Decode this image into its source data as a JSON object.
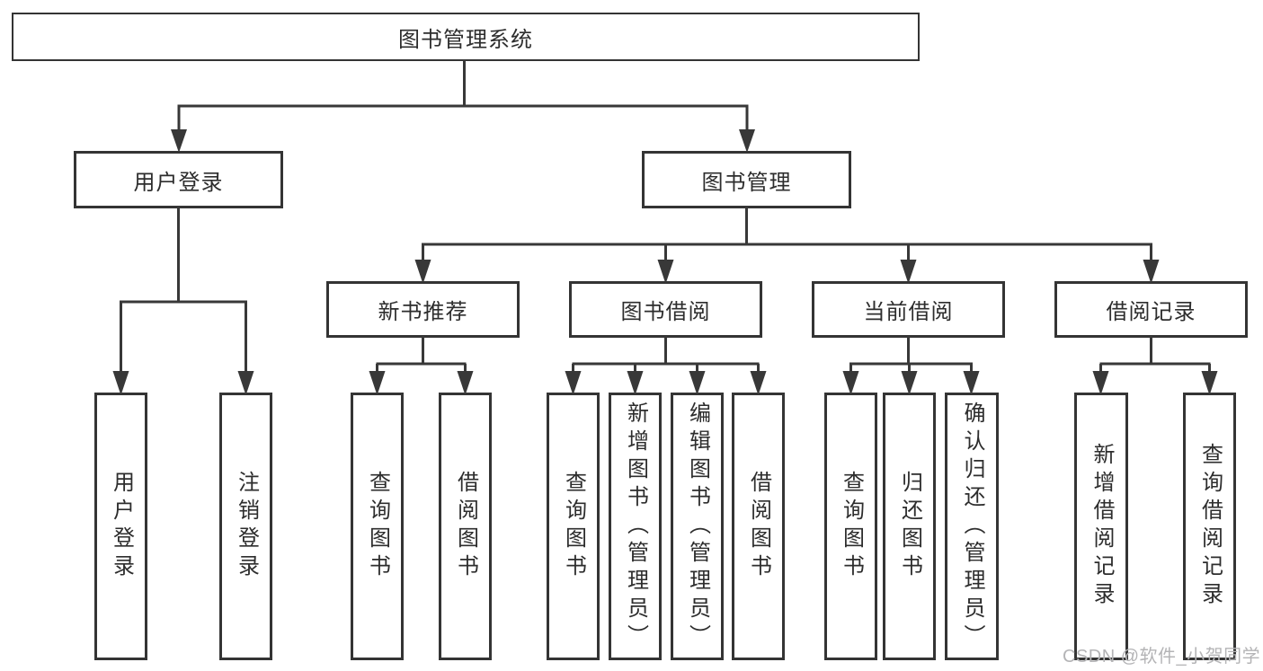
{
  "tree": {
    "root_label": "图书管理系统",
    "user_login": {
      "label": "用户登录",
      "children": [
        "用户登录",
        "注销登录"
      ]
    },
    "book_management": {
      "label": "图书管理",
      "sections": [
        {
          "label": "新书推荐",
          "children": [
            "查询图书",
            "借阅图书"
          ]
        },
        {
          "label": "图书借阅",
          "children": [
            "查询图书",
            "新增图书（管理员）",
            "编辑图书（管理员）",
            "借阅图书"
          ]
        },
        {
          "label": "当前借阅",
          "children": [
            "查询图书",
            "归还图书",
            "确认归还（管理员）"
          ]
        },
        {
          "label": "借阅记录",
          "children": [
            "新增借阅记录",
            "查询借阅记录"
          ]
        }
      ]
    }
  },
  "watermark": {
    "text": "CSDN @软件_小贺同学"
  },
  "colors": {
    "line": "#383838",
    "box_border": "#343434",
    "text": "#2d2d2d",
    "watermark": "#b4b4b6",
    "background": "#ffffff"
  }
}
